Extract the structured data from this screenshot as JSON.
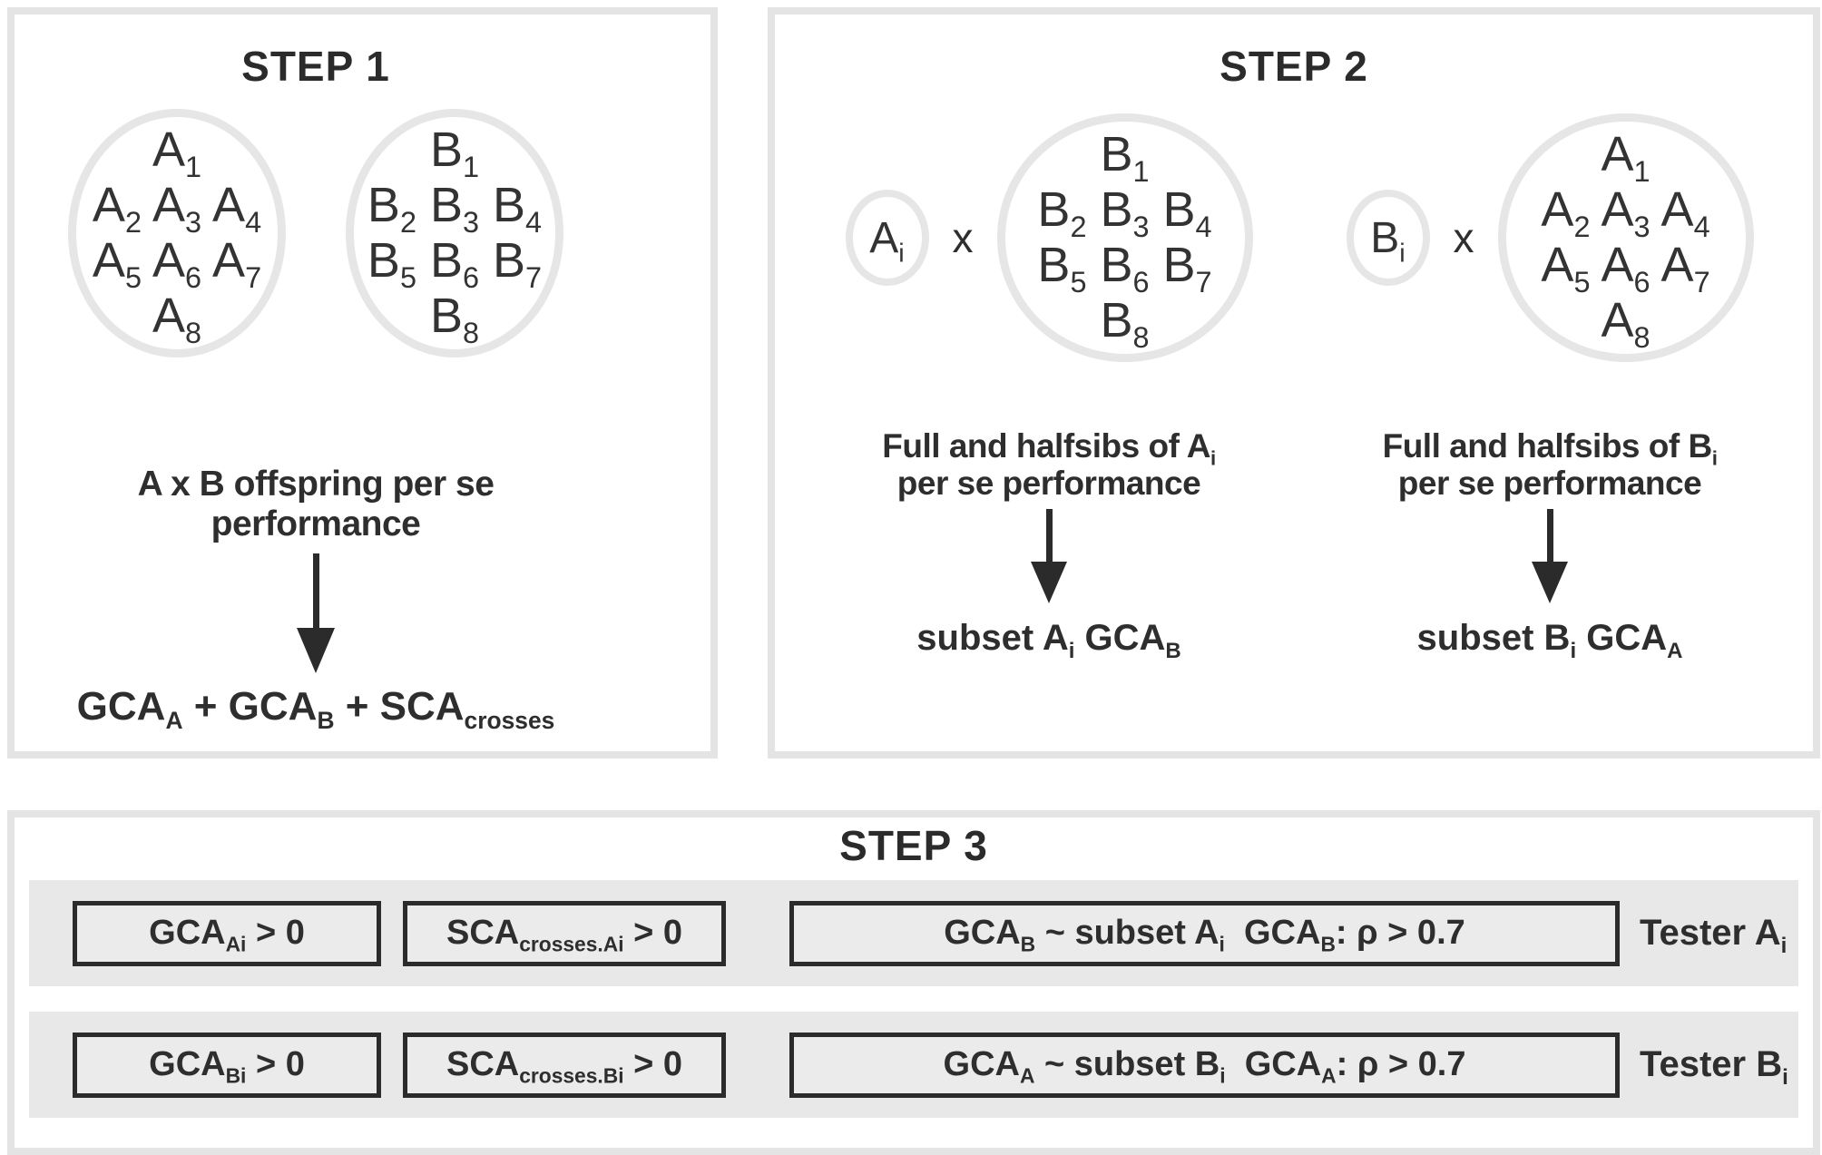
{
  "colors": {
    "background": "#ffffff",
    "panel_border": "#e4e4e4",
    "circle_border": "#e6e6e6",
    "band_background": "#e8e8e8",
    "condition_box_background": "#ebebeb",
    "condition_box_border": "#2b2b2b",
    "text": "#2e2e2e"
  },
  "step1": {
    "title": "STEP 1",
    "circle_a": [
      "A_{1}",
      "A_{2} A_{3} A_{4}",
      "A_{5} A_{6} A_{7}",
      "A_{8}"
    ],
    "circle_b": [
      "B_{1}",
      "B_{2} B_{3} B_{4}",
      "B_{5} B_{6} B_{7}",
      "B_{8}"
    ],
    "caption": "A x B offspring per se performance",
    "result": "GCA_{A} + GCA_{B} + SCA_{crosses}"
  },
  "step2": {
    "title": "STEP 2",
    "pairs": [
      {
        "tester": "A_{i}",
        "cross": "x",
        "circle": [
          "B_{1}",
          "B_{2} B_{3} B_{4}",
          "B_{5} B_{6} B_{7}",
          "B_{8}"
        ],
        "caption_line1": "Full and halfsibs of A_{i}",
        "caption_line2": "per se performance",
        "result": "subset A_{i} GCA_{B}"
      },
      {
        "tester": "B_{i}",
        "cross": "x",
        "circle": [
          "A_{1}",
          "A_{2} A_{3} A_{4}",
          "A_{5} A_{6} A_{7}",
          "A_{8}"
        ],
        "caption_line1": "Full and halfsibs of B_{i}",
        "caption_line2": "per se performance",
        "result": "subset B_{i} GCA_{A}"
      }
    ]
  },
  "step3": {
    "title": "STEP 3",
    "rows": [
      {
        "box1": "GCA_{Ai} > 0",
        "box2": "SCA_{crosses.Ai} > 0",
        "box3": "GCA_{B} ~ subset A_{i}  GCA_{B}: ρ > 0.7",
        "label": "Tester A_{i}"
      },
      {
        "box1": "GCA_{Bi} > 0",
        "box2": "SCA_{crosses.Bi} > 0",
        "box3": "GCA_{A} ~ subset B_{i}  GCA_{A}: ρ > 0.7",
        "label": "Tester B_{i}"
      }
    ]
  }
}
